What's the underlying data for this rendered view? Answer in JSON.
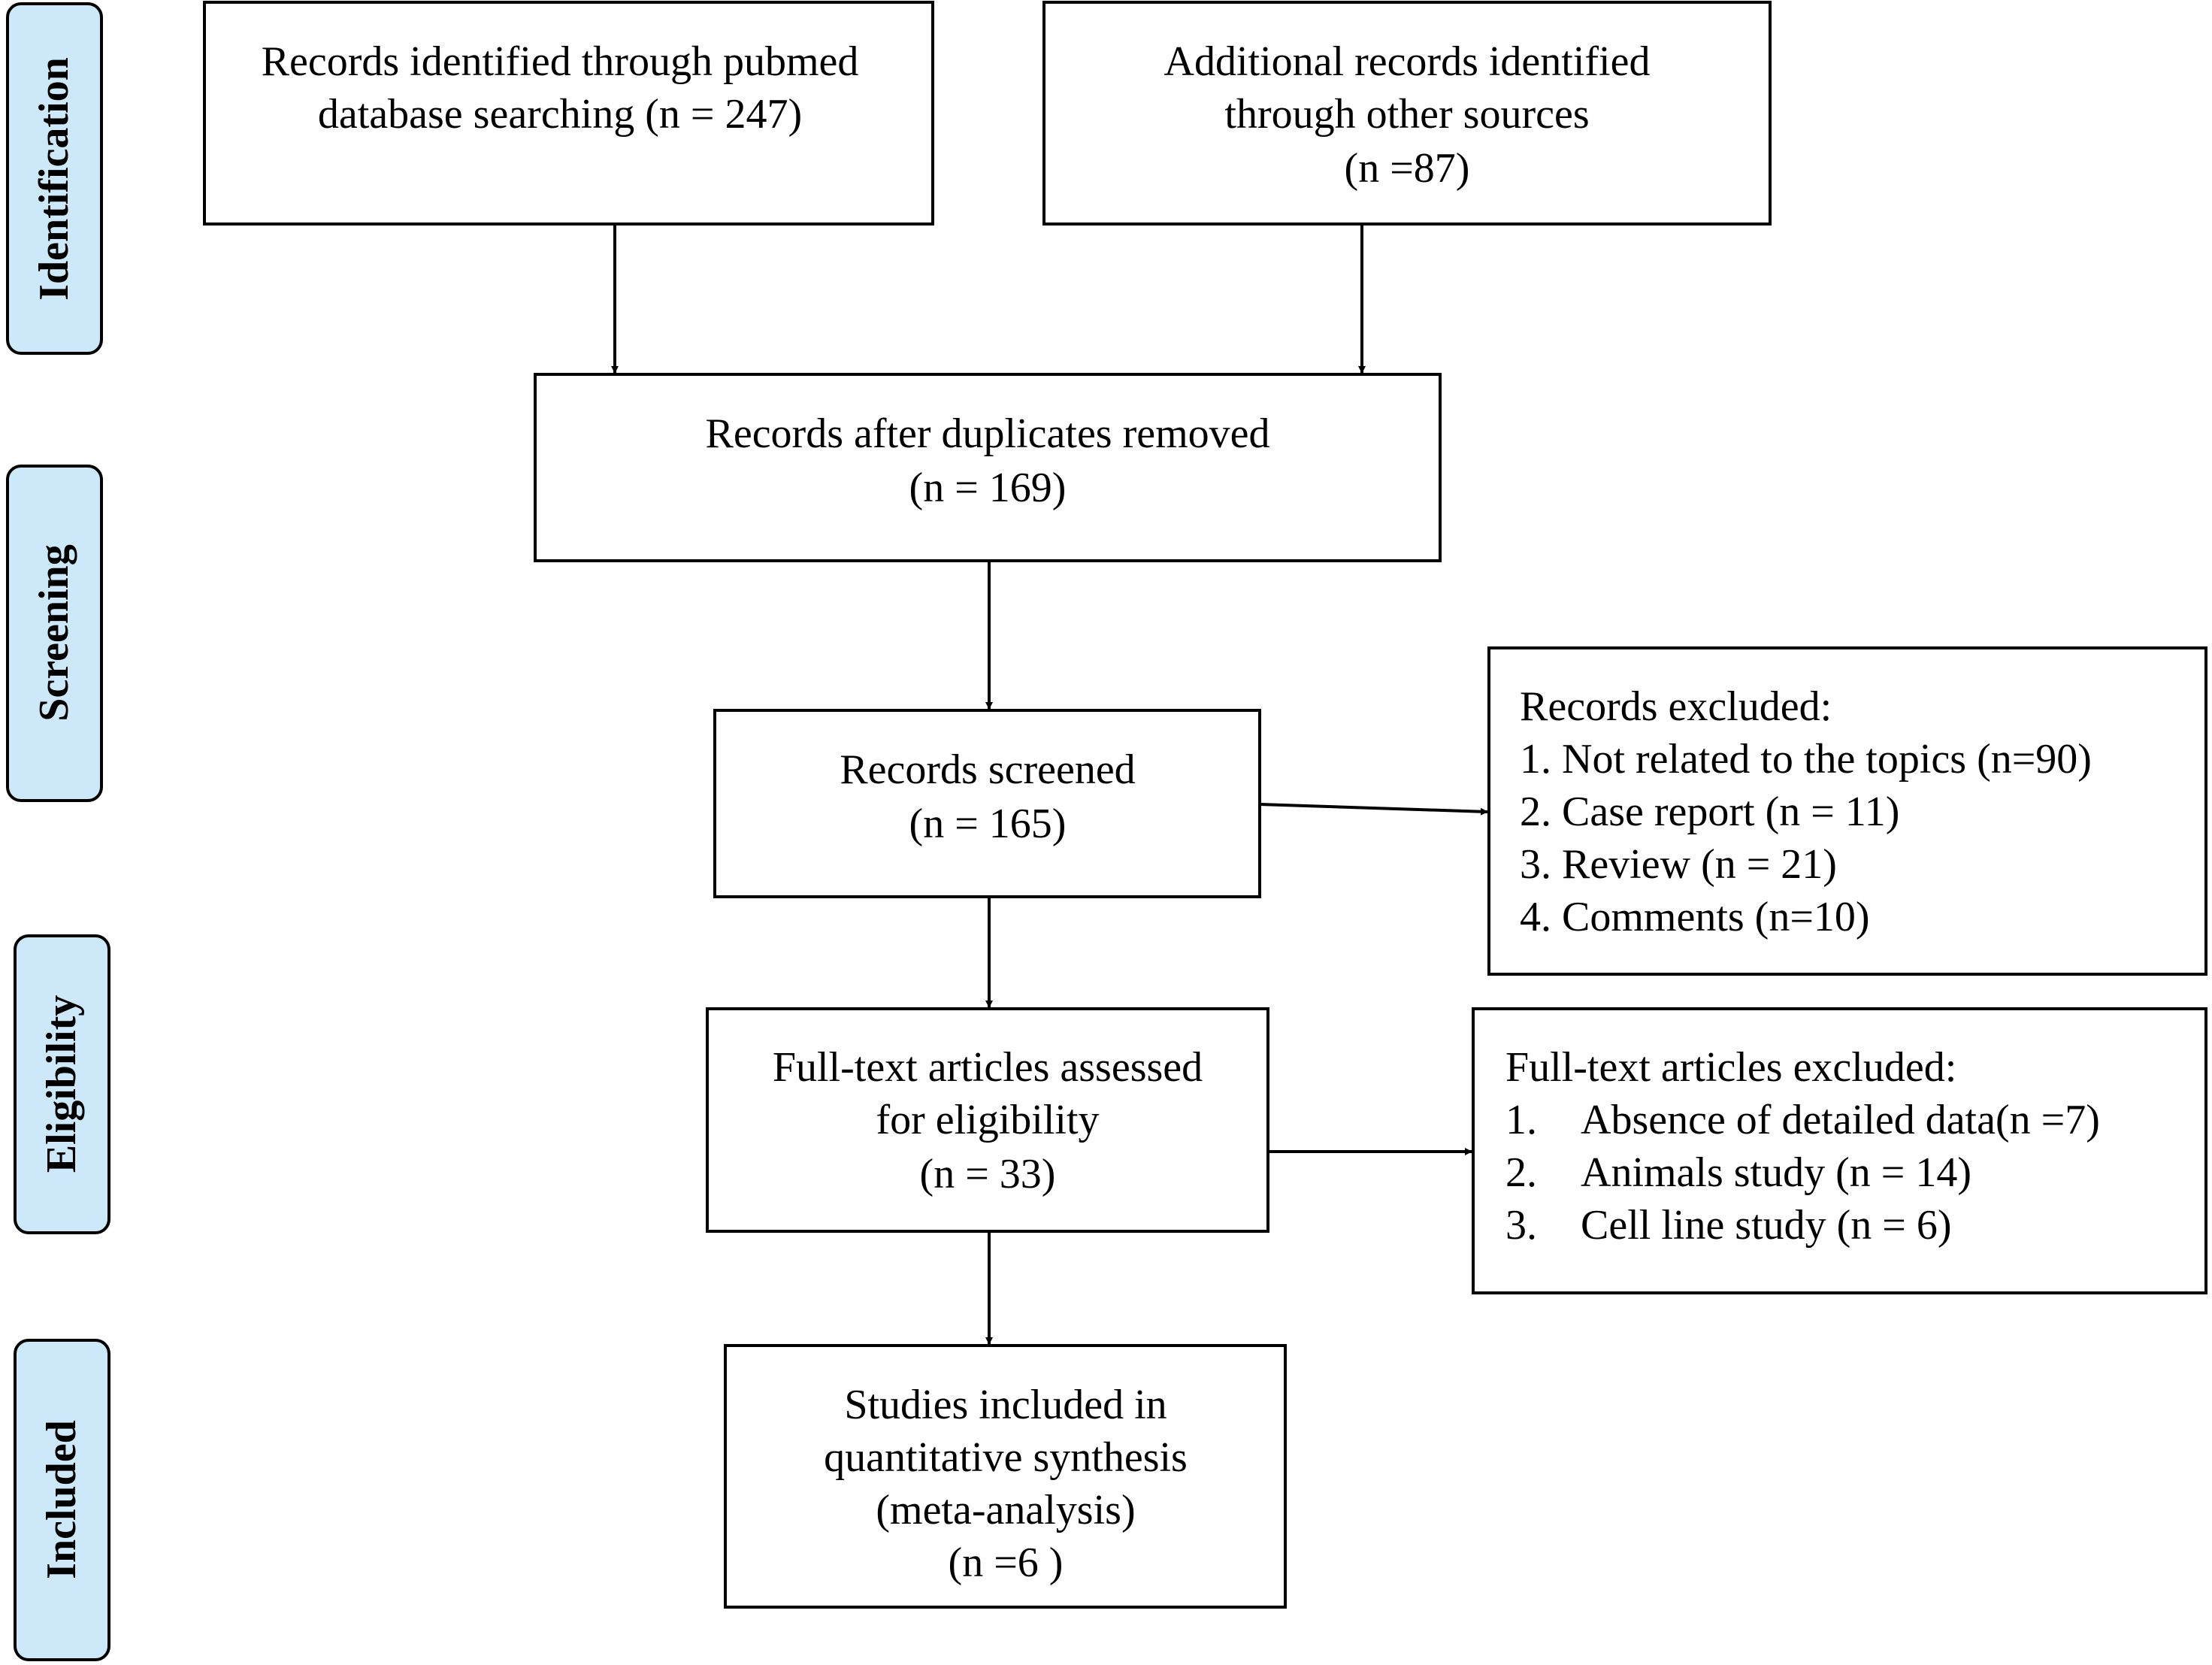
{
  "stages": [
    {
      "id": "identification",
      "label": "Identification"
    },
    {
      "id": "screening",
      "label": "Screening"
    },
    {
      "id": "eligibility",
      "label": "Eligibility"
    },
    {
      "id": "included",
      "label": "Included"
    }
  ],
  "boxes": {
    "pubmed": {
      "lines": [
        "Records identified through pubmed",
        "database searching (n = 247)"
      ]
    },
    "other_sources": {
      "lines": [
        "Additional records identified",
        "through other sources",
        "(n =87)"
      ]
    },
    "duplicates_removed": {
      "lines": [
        "Records after duplicates removed",
        "(n = 169)"
      ]
    },
    "screened": {
      "lines": [
        "Records screened",
        "(n = 165)"
      ]
    },
    "records_excluded": {
      "lines": [
        "Records excluded:",
        "1. Not related to the topics (n=90)",
        "2. Case report (n = 11)",
        "3. Review (n = 21)",
        "4. Comments (n=10)"
      ]
    },
    "full_text_assessed": {
      "lines": [
        "Full-text articles assessed",
        "for eligibility",
        "(n = 33)"
      ]
    },
    "full_text_excluded": {
      "heading": "Full-text articles excluded:",
      "items": [
        {
          "num": "1.",
          "text": "Absence of detailed data(n =7)"
        },
        {
          "num": "2.",
          "text": "Animals study (n = 14)"
        },
        {
          "num": "3.",
          "text": "Cell line study (n = 6)"
        }
      ]
    },
    "included_studies": {
      "lines": [
        "Studies included in",
        "quantitative synthesis",
        "(meta-analysis)",
        "(n =6 )"
      ]
    }
  }
}
